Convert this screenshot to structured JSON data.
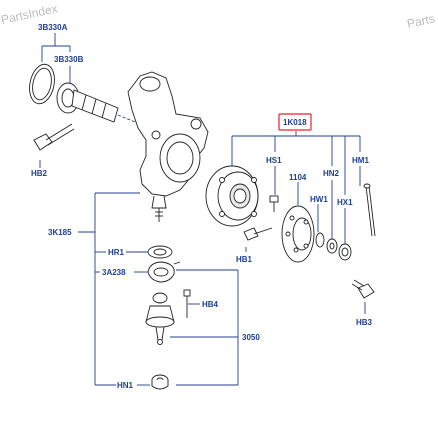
{
  "watermark": {
    "left": "PartsIndex",
    "right": "Parts"
  },
  "labels": {
    "l3B330A": "3B330A",
    "l3B330B": "3B330B",
    "lHB2": "HB2",
    "l3K185": "3K185",
    "lHR1": "HR1",
    "l3A238": "3A238",
    "lHB4": "HB4",
    "l3050": "3050",
    "lHN1": "HN1",
    "l1K018": "1K018",
    "lHS1": "HS1",
    "l1104": "1104",
    "lHN2": "HN2",
    "lHM1": "HM1",
    "lHW1": "HW1",
    "lHX1": "HX1",
    "lHB1": "HB1",
    "lHB3": "HB3"
  },
  "colors": {
    "label": "#1f3f8f",
    "highlight": "#e8202a",
    "line_art": "#222222"
  }
}
